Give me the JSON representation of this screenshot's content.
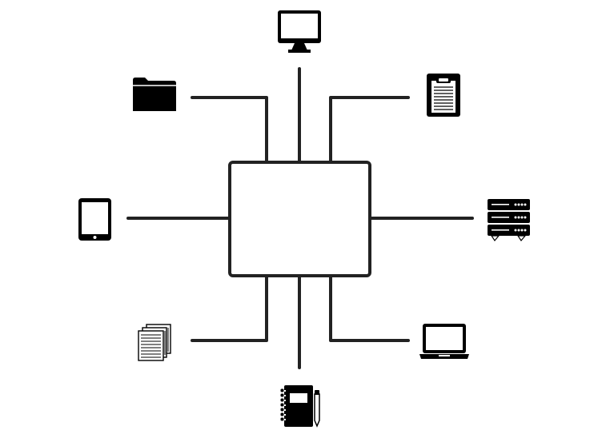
{
  "diagram": {
    "type": "hub-and-spoke",
    "hub": {
      "shape": "rounded-rectangle",
      "label": ""
    },
    "nodes": [
      {
        "id": "monitor",
        "icon": "desktop-monitor-icon",
        "position": "top"
      },
      {
        "id": "clipboard",
        "icon": "clipboard-icon",
        "position": "top-right"
      },
      {
        "id": "server",
        "icon": "server-rack-icon",
        "position": "right"
      },
      {
        "id": "laptop",
        "icon": "laptop-icon",
        "position": "bottom-right"
      },
      {
        "id": "notebook",
        "icon": "notebook-pen-icon",
        "position": "bottom"
      },
      {
        "id": "documents",
        "icon": "documents-stack-icon",
        "position": "bottom-left"
      },
      {
        "id": "tablet",
        "icon": "tablet-icon",
        "position": "left"
      },
      {
        "id": "folder",
        "icon": "folder-icon",
        "position": "top-left"
      }
    ]
  },
  "colors": {
    "stroke": "#222222",
    "fill": "#000000",
    "background": "#ffffff"
  }
}
